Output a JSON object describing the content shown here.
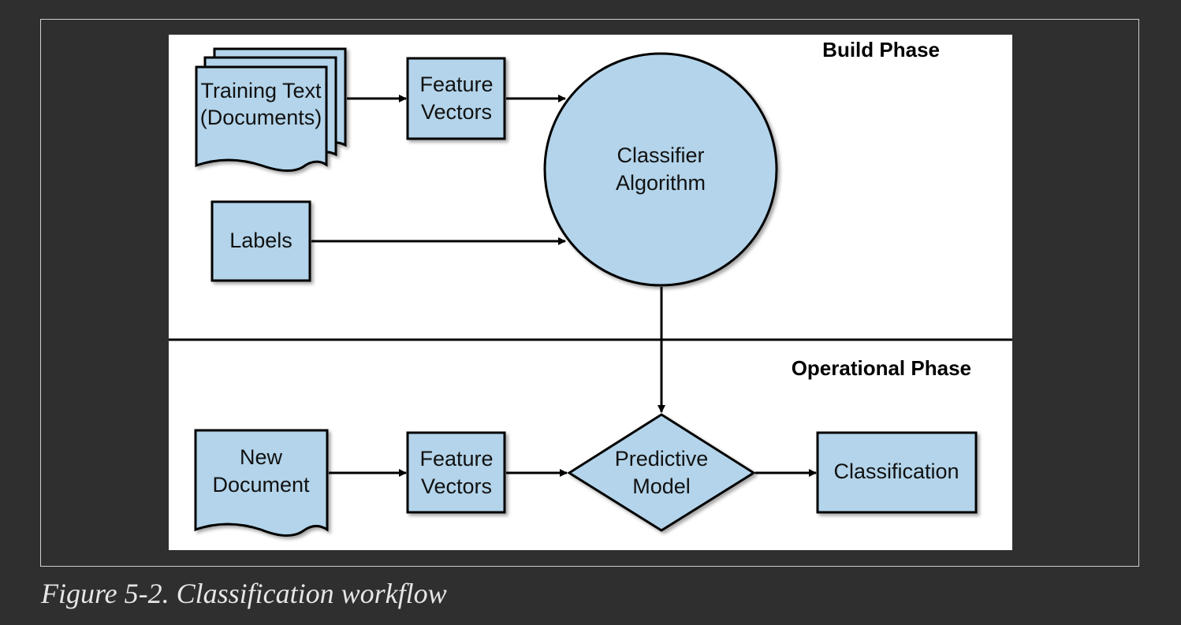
{
  "diagram": {
    "build_phase_label": "Build Phase",
    "operational_phase_label": "Operational Phase",
    "nodes": {
      "training_text": {
        "line1": "Training Text",
        "line2": "(Documents)"
      },
      "feature_vectors_build": {
        "line1": "Feature",
        "line2": "Vectors"
      },
      "labels": {
        "text": "Labels"
      },
      "classifier_algorithm": {
        "line1": "Classifier",
        "line2": "Algorithm"
      },
      "new_document": {
        "line1": "New",
        "line2": "Document"
      },
      "feature_vectors_op": {
        "line1": "Feature",
        "line2": "Vectors"
      },
      "predictive_model": {
        "line1": "Predictive",
        "line2": "Model"
      },
      "classification": {
        "text": "Classification"
      }
    },
    "colors": {
      "node_fill": "#b3d4ea",
      "stroke": "#000000",
      "panel_background": "#ffffff",
      "page_background": "#2f2f2f"
    }
  },
  "caption": "Figure 5-2. Classification workflow"
}
